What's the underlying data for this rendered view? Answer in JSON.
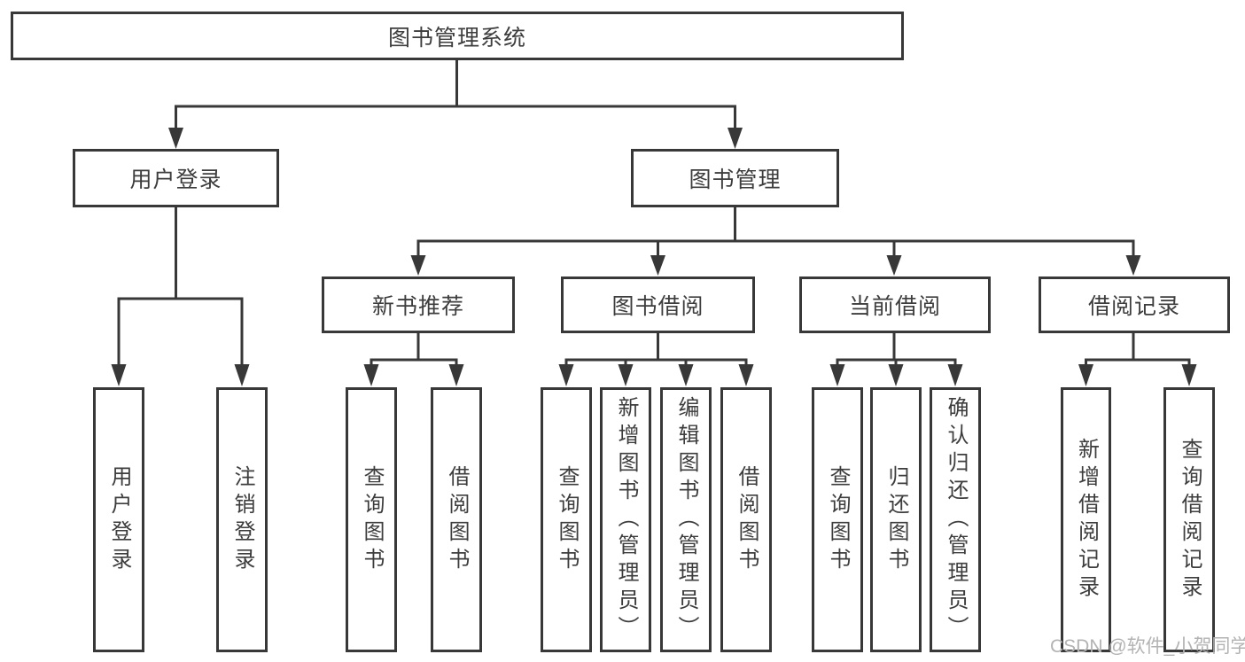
{
  "diagram_title": "图书管理系统",
  "nodes": {
    "root": "图书管理系统",
    "user_login": "用户登录",
    "book_mgmt": "图书管理",
    "new_book_rec": "新书推荐",
    "book_borrow": "图书借阅",
    "current_borrow": "当前借阅",
    "borrow_records": "借阅记录",
    "ul_user_login": "用户登录",
    "ul_logout": "注销登录",
    "nbr_query_book": "查询图书",
    "nbr_borrow_book": "借阅图书",
    "bb_query_book": "查询图书",
    "bb_add_book": "新增图书（管理员）",
    "bb_edit_book": "编辑图书（管理员）",
    "bb_borrow_book": "借阅图书",
    "cb_query_book": "查询图书",
    "cb_return_book": "归还图书",
    "cb_confirm_return": "确认归还（管理员）",
    "br_add_record": "新增借阅记录",
    "br_query_record": "查询借阅记录"
  },
  "hierarchy": {
    "图书管理系统": {
      "用户登录": [
        "用户登录",
        "注销登录"
      ],
      "图书管理": {
        "新书推荐": [
          "查询图书",
          "借阅图书"
        ],
        "图书借阅": [
          "查询图书",
          "新增图书（管理员）",
          "编辑图书（管理员）",
          "借阅图书"
        ],
        "当前借阅": [
          "查询图书",
          "归还图书",
          "确认归还（管理员）"
        ],
        "借阅记录": [
          "新增借阅记录",
          "查询借阅记录"
        ]
      }
    }
  },
  "watermark": "CSDN @软件_小贺同学",
  "colors": {
    "line": "#383838",
    "text": "#3d3d3d",
    "watermark": "#b3b3b3",
    "background": "#ffffff"
  }
}
